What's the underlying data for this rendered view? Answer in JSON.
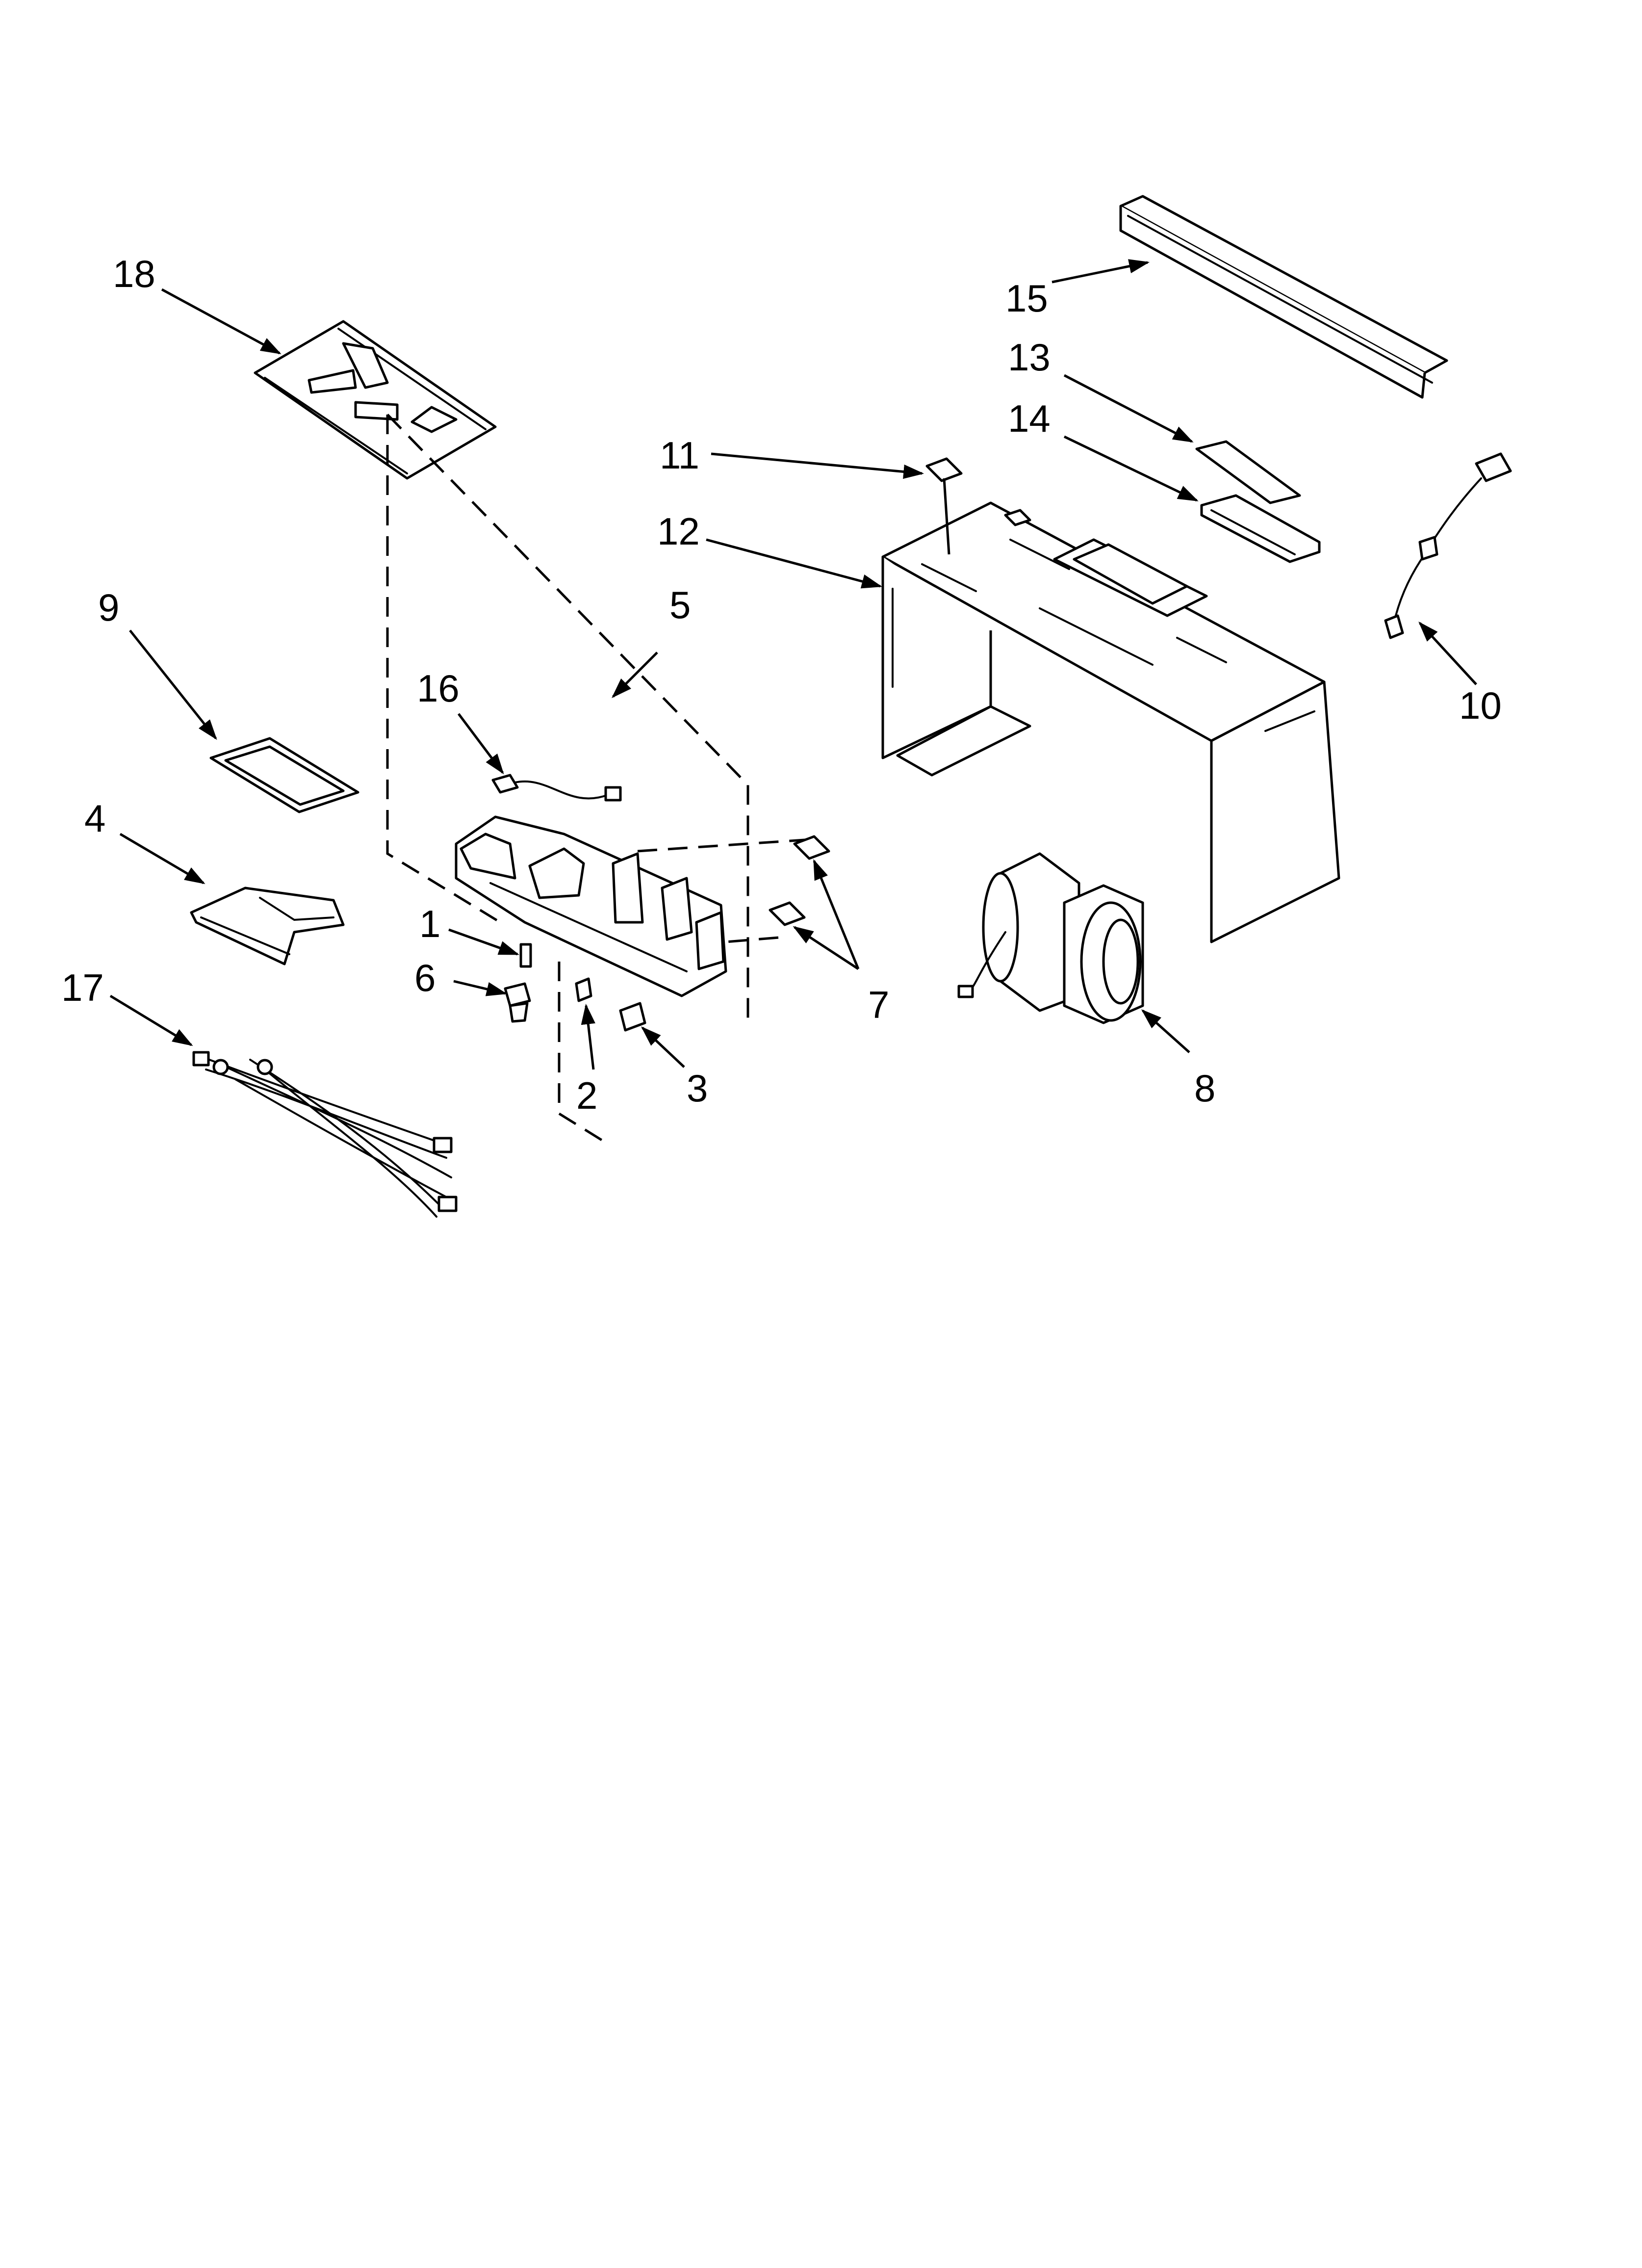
{
  "callouts": {
    "c1": "1",
    "c2": "2",
    "c3": "3",
    "c4": "4",
    "c5": "5",
    "c6": "6",
    "c7": "7",
    "c8": "8",
    "c9": "9",
    "c10": "10",
    "c11": "11",
    "c12": "12",
    "c13": "13",
    "c14": "14",
    "c15": "15",
    "c16": "16",
    "c17": "17",
    "c18": "18"
  },
  "colors": {
    "ink": "#000000",
    "paper": "#ffffff"
  }
}
